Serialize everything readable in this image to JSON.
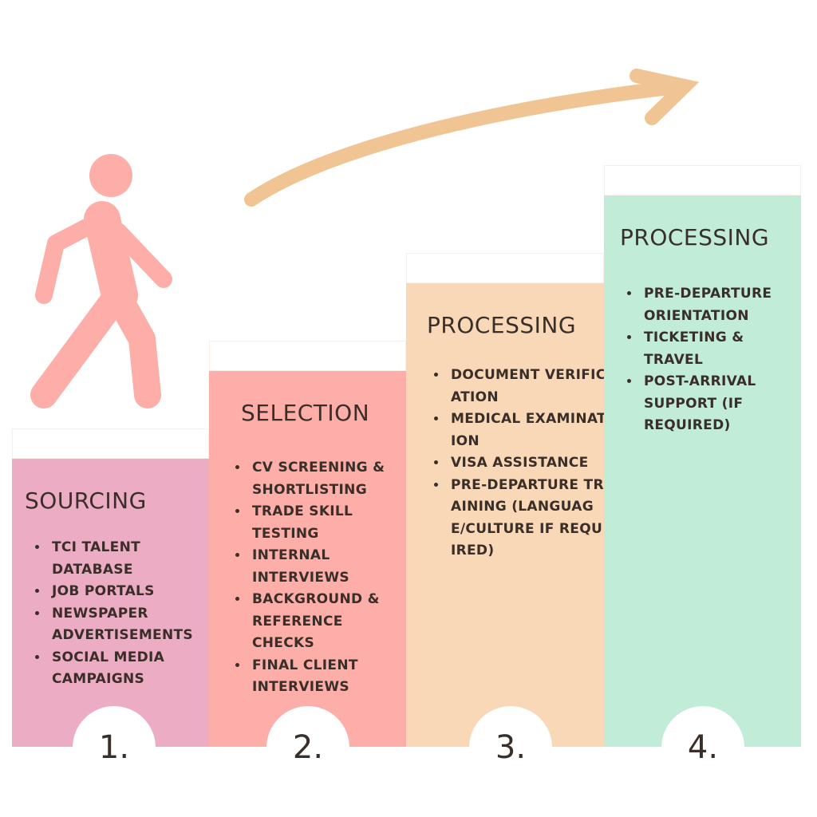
{
  "colors": {
    "sourcing": "#ecadc4",
    "selection": "#fdaea8",
    "processing": "#f9d8b8",
    "processing2": "#c0ecd8",
    "figure": "#fdaea8",
    "arrow": "#f0c493",
    "text": "#3a2e28"
  },
  "steps": [
    {
      "number": "1.",
      "title": "SOURCING",
      "items": [
        "TCI TALENT DATABASE",
        "JOB PORTALS",
        "NEWSPAPER ADVERTISEMENTS",
        "SOCIAL MEDIA CAMPAIGNS"
      ]
    },
    {
      "number": "2.",
      "title": "SELECTION",
      "items": [
        "CV SCREENING & SHORTLISTING",
        "TRADE SKILL TESTING",
        "INTERNAL INTERVIEWS",
        "BACKGROUND & REFERENCE CHECKS",
        "FINAL CLIENT INTERVIEWS"
      ]
    },
    {
      "number": "3.",
      "title": "PROCESSING",
      "items": [
        "DOCUMENT VERIFICATION",
        "MEDICAL EXAMINATION",
        "VISA ASSISTANCE",
        "PRE-DEPARTURE TRAINING (LANGUAGE/CULTURE IF REQUIRED)"
      ]
    },
    {
      "number": "4.",
      "title": "PROCESSING",
      "items": [
        "PRE-DEPARTURE ORIENTATION",
        "TICKETING & TRAVEL",
        "POST-ARRIVAL SUPPORT (IF REQUIRED)"
      ]
    }
  ]
}
